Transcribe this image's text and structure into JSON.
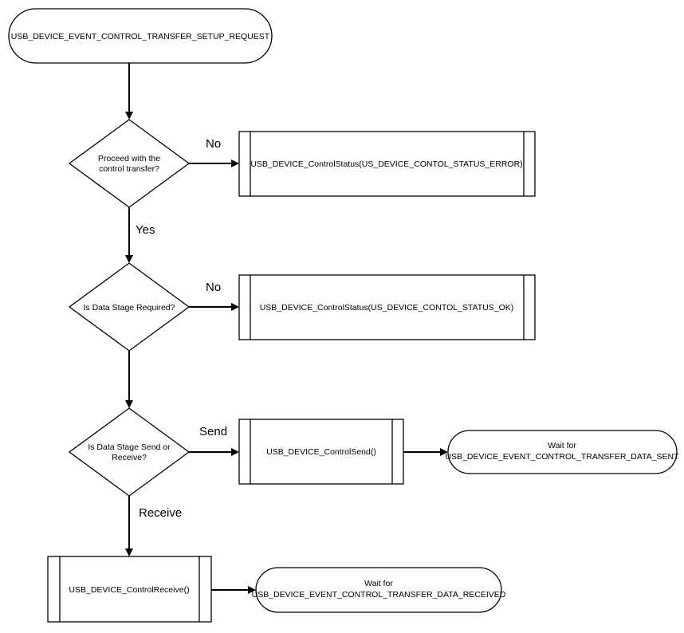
{
  "start": {
    "label": "USB_DEVICE_EVENT_CONTROL_TRANSFER_SETUP_REQUEST"
  },
  "decision1": {
    "line1": "Proceed with the",
    "line2": "control transfer?"
  },
  "decision1_no_label": "No",
  "decision1_yes_label": "Yes",
  "process_error": {
    "label": "USB_DEVICE_ControlStatus(US_DEVICE_CONTOL_STATUS_ERROR)"
  },
  "decision2": {
    "line1": "Is Data Stage Required?"
  },
  "decision2_no_label": "No",
  "process_ok": {
    "label": "USB_DEVICE_ControlStatus(US_DEVICE_CONTOL_STATUS_OK)"
  },
  "decision3": {
    "line1": "Is Data Stage Send or",
    "line2": "Receive?"
  },
  "decision3_send_label": "Send",
  "decision3_receive_label": "Receive",
  "process_send": {
    "label": "USB_DEVICE_ControlSend()"
  },
  "terminal_sent": {
    "line1": "Wait for",
    "line2": "USB_DEVICE_EVENT_CONTROL_TRANSFER_DATA_SENT"
  },
  "process_receive": {
    "label": "USB_DEVICE_ControlReceive()"
  },
  "terminal_received": {
    "line1": "Wait for",
    "line2": "USB_DEVICE_EVENT_CONTROL_TRANSFER_DATA_RECEIVED"
  }
}
